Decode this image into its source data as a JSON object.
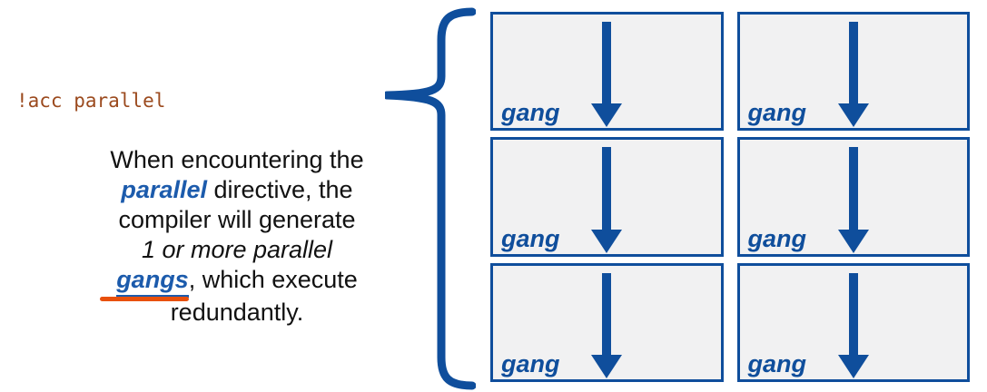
{
  "colors": {
    "blue": "#0f4e9c",
    "keyword_blue": "#1c5bac",
    "orange": "#e8500c",
    "code_color": "#9b4a1e",
    "cell_bg": "#f1f1f2",
    "text_color": "#111111"
  },
  "code": {
    "text": "!acc parallel"
  },
  "description": {
    "lines": [
      {
        "text": "When encountering the"
      },
      {
        "keyword": "parallel",
        "rest": " directive, the"
      },
      {
        "text": "compiler will generate"
      },
      {
        "italic": "1 or more parallel"
      },
      {
        "keyword": "gangs",
        "rest": ", which execute"
      },
      {
        "text": "redundantly."
      }
    ]
  },
  "gang_grid": {
    "rows": 3,
    "columns": 2,
    "cells": [
      {
        "label": "gang"
      },
      {
        "label": "gang"
      },
      {
        "label": "gang"
      },
      {
        "label": "gang"
      },
      {
        "label": "gang"
      },
      {
        "label": "gang"
      }
    ]
  }
}
